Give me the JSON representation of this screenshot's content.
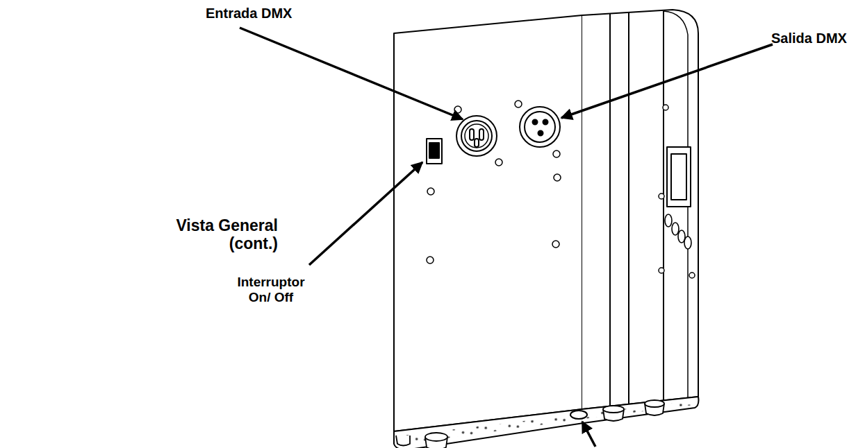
{
  "diagram": {
    "labels": [
      "Entrada DMX",
      "Salida DMX",
      "Interruptor On/ Off",
      "Vista General (cont.)"
    ]
  }
}
